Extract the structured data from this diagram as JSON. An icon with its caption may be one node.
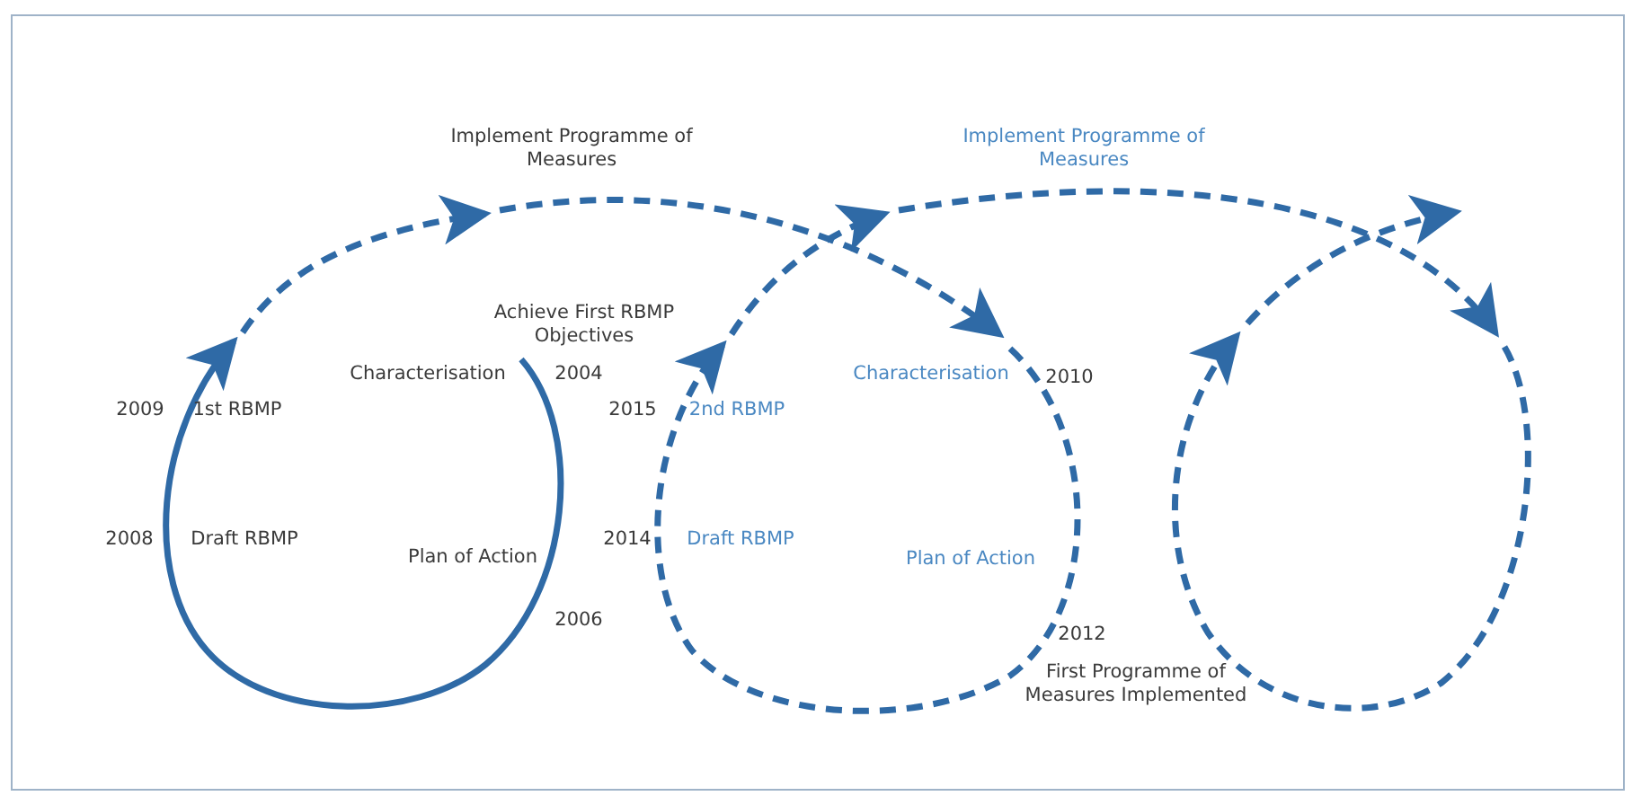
{
  "diagram": {
    "labels": [
      "Implement Programme of Measures",
      "Implement Programme of Measures",
      "Achieve First RBMP Objectives",
      "Characterisation",
      "2004",
      "2009",
      "1st RBMP",
      "2015",
      "2nd RBMP",
      "Characterisation",
      "2010",
      "2008",
      "Draft RBMP",
      "Plan of Action",
      "2014",
      "Draft RBMP",
      "Plan of Action",
      "2006",
      "2012",
      "First Programme of Measures Implemented"
    ]
  }
}
